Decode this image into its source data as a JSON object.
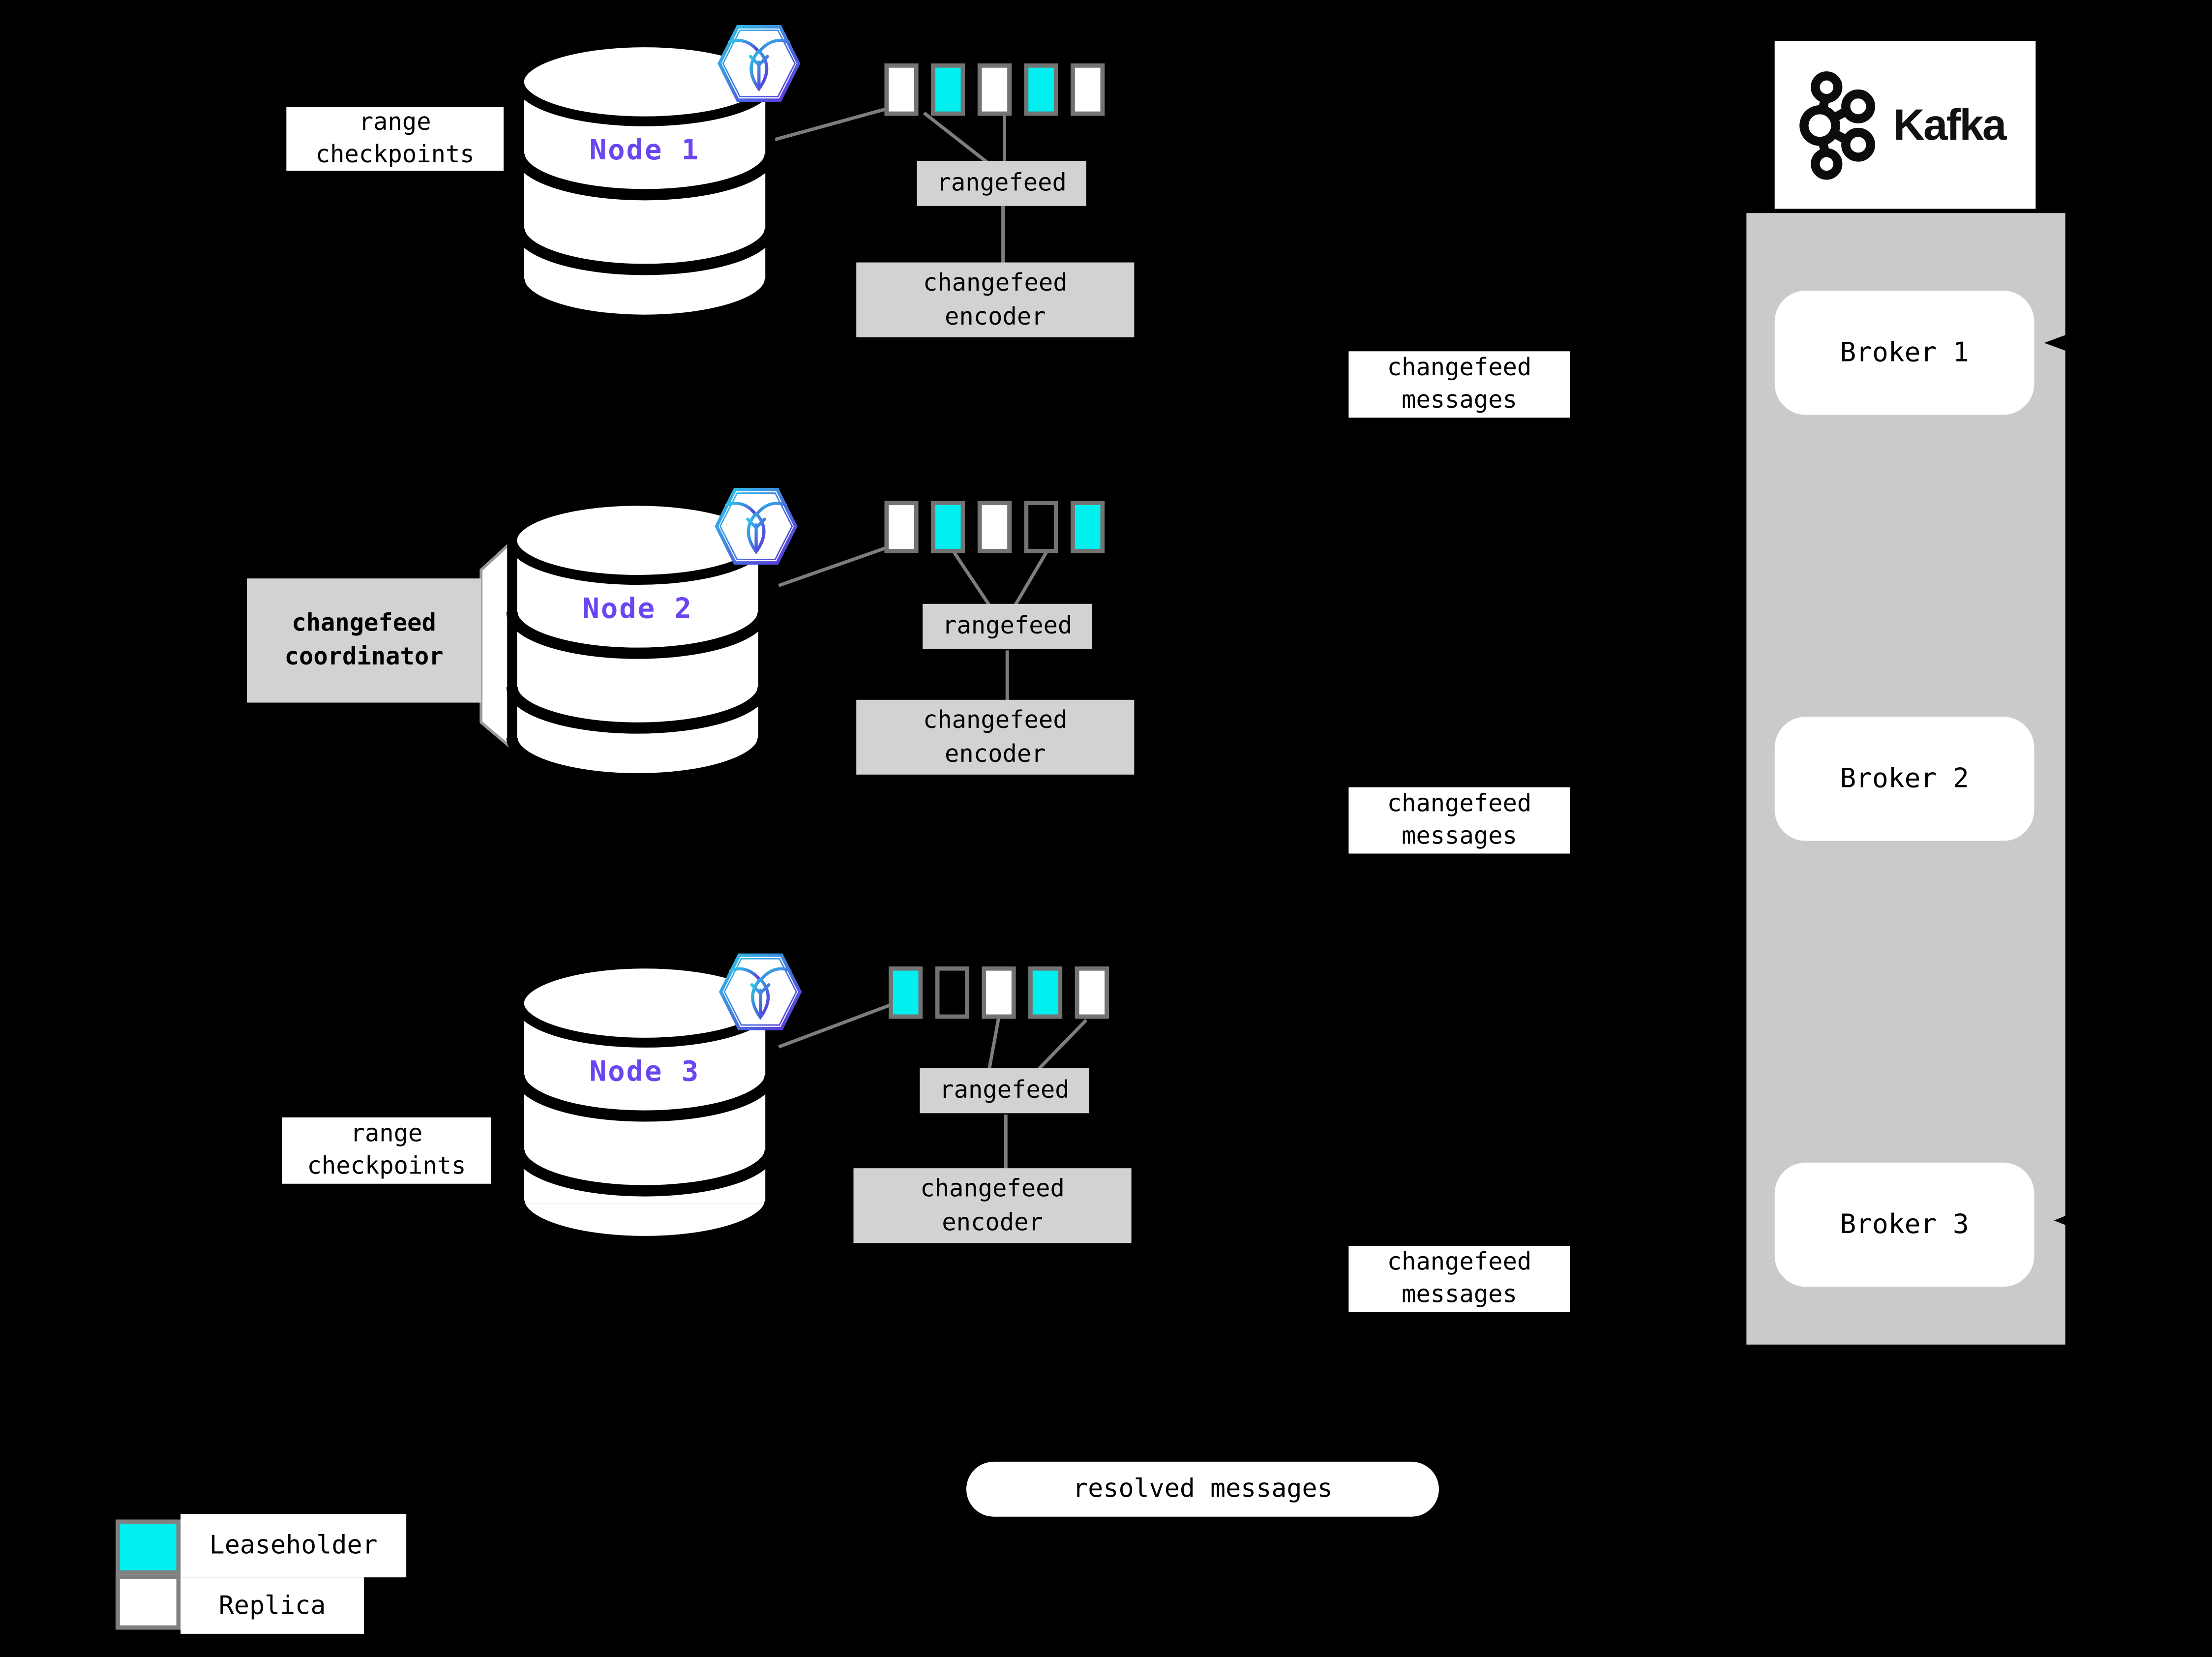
{
  "diagram": {
    "nodes": [
      {
        "label": "Node 1",
        "bars": [
          "replica",
          "leaseholder",
          "replica",
          "leaseholder",
          "replica"
        ]
      },
      {
        "label": "Node 2",
        "bars": [
          "replica",
          "leaseholder",
          "replica",
          "empty",
          "leaseholder"
        ]
      },
      {
        "label": "Node 3",
        "bars": [
          "leaseholder",
          "empty",
          "replica",
          "leaseholder",
          "replica"
        ]
      }
    ],
    "rangefeed_label": "rangefeed",
    "encoder_label": {
      "line1": "changefeed",
      "line2": "encoder"
    },
    "messages_label": {
      "line1": "changefeed",
      "line2": "messages"
    },
    "checkpoints_label": {
      "line1": "range",
      "line2": "checkpoints"
    },
    "coordinator_label": {
      "line1": "changefeed",
      "line2": "coordinator"
    },
    "resolved_label": "resolved messages",
    "kafka": {
      "title": "Kafka",
      "brokers": [
        "Broker 1",
        "Broker 2",
        "Broker 3"
      ]
    },
    "legend": [
      {
        "type": "leaseholder",
        "label": "Leaseholder"
      },
      {
        "type": "replica",
        "label": "Replica"
      }
    ],
    "colors": {
      "leaseholder": "#00f0f0",
      "replica": "#ffffff",
      "node_label": "#6b46f0",
      "box_gray": "#d2d2d2",
      "column_gray": "#cacaca",
      "line_gray": "#7d7d7d",
      "badge_gradient_start": "#2bc7e8",
      "badge_gradient_end": "#5b2fd8"
    }
  }
}
